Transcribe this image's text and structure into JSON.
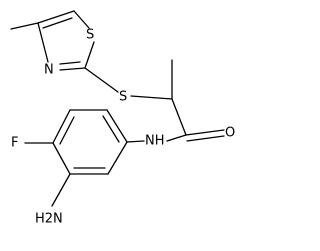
{
  "atoms": {
    "sulfur_ring": "S",
    "nitrogen_ring": "N",
    "sulfur_thioether": "S",
    "oxygen": "O",
    "amide_nh": "NH",
    "fluorine": "F",
    "amine": "H2N"
  }
}
